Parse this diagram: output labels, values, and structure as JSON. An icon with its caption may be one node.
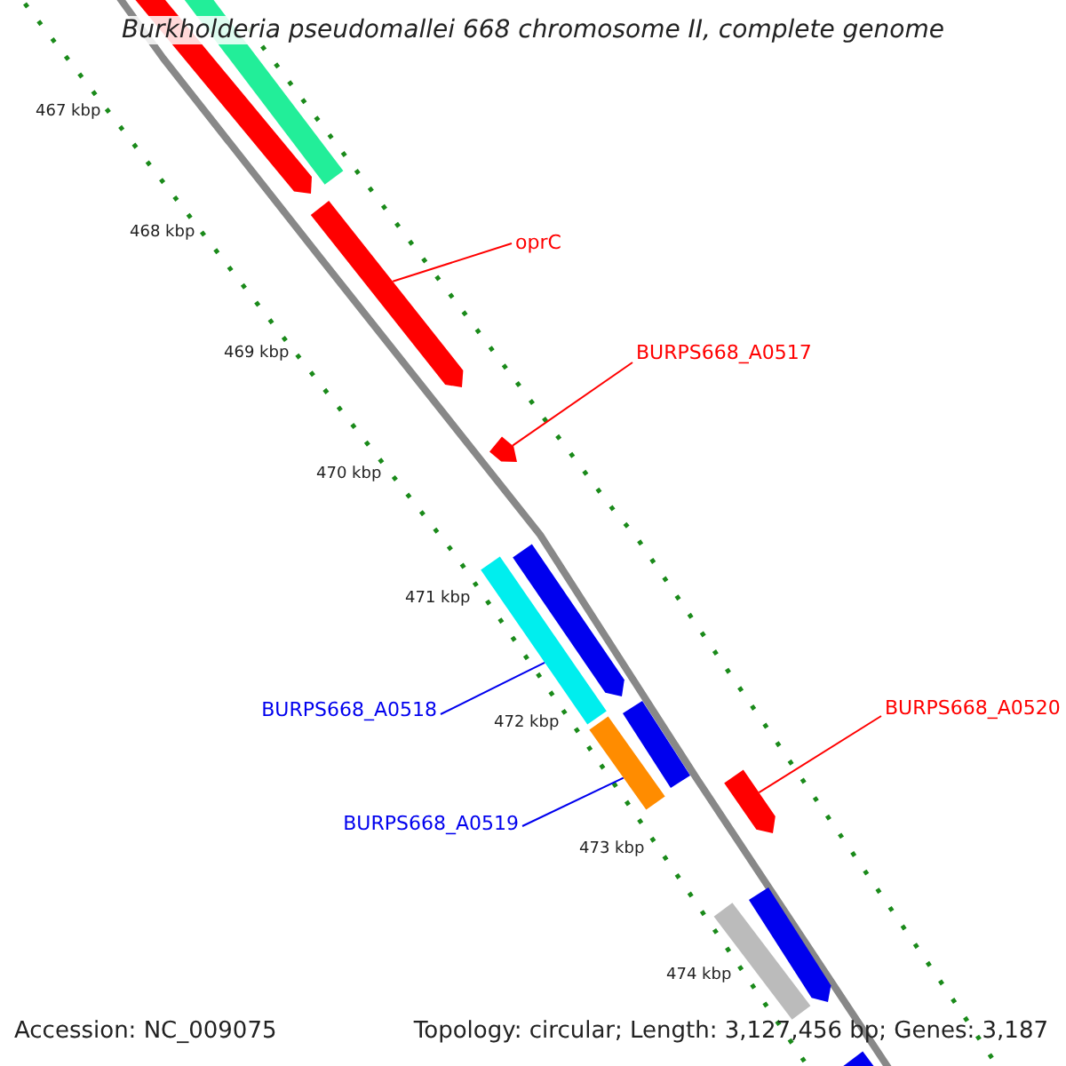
{
  "diagram": {
    "title": "Burkholderia pseudomallei 668 chromosome II, complete genome",
    "nodes": [
      {
        "text": [
          "oprC"
        ]
      },
      {
        "text": [],
        "shape": "bar"
      },
      {
        "text": [
          "BURPS668_A0517"
        ]
      },
      {
        "text": [],
        "shape": "bar"
      },
      {
        "text": [
          "BURPS668_A0518"
        ]
      },
      {
        "text": [],
        "shape": "bar"
      },
      {
        "text": [
          "BURPS668_A0520"
        ]
      },
      {
        "text": [],
        "shape": "bar"
      },
      {
        "text": [
          "BURPS668_A0519"
        ]
      },
      {
        "text": [],
        "shape": "bar"
      },
      {
        "text": [],
        "shape": "bar"
      },
      {
        "text": [],
        "shape": "bar"
      },
      {
        "text": [],
        "shape": "bar"
      },
      {
        "text": [],
        "shape": "bar"
      },
      {
        "text": [],
        "shape": "bar"
      },
      {
        "text": [],
        "shape": "bar"
      },
      {
        "text": [],
        "shape": "bar"
      }
    ],
    "edges": [
      {
        "from": 0,
        "to": 1,
        "arrow": "none"
      },
      {
        "from": 2,
        "to": 3,
        "arrow": "none"
      },
      {
        "from": 4,
        "to": 5,
        "arrow": "none",
        "color": "#0000ee"
      },
      {
        "from": 6,
        "to": 7,
        "arrow": "none"
      },
      {
        "from": 8,
        "to": 9,
        "arrow": "none",
        "color": "#0000ee"
      }
    ],
    "labels": [
      "467 kbp",
      "468 kbp",
      "469 kbp",
      "470 kbp",
      "471 kbp",
      "472 kbp",
      "473 kbp",
      "474 kbp",
      "Accession: NC_009075",
      "Topology: circular; Length: 3,127,456 bp; Genes: 3,187"
    ]
  }
}
